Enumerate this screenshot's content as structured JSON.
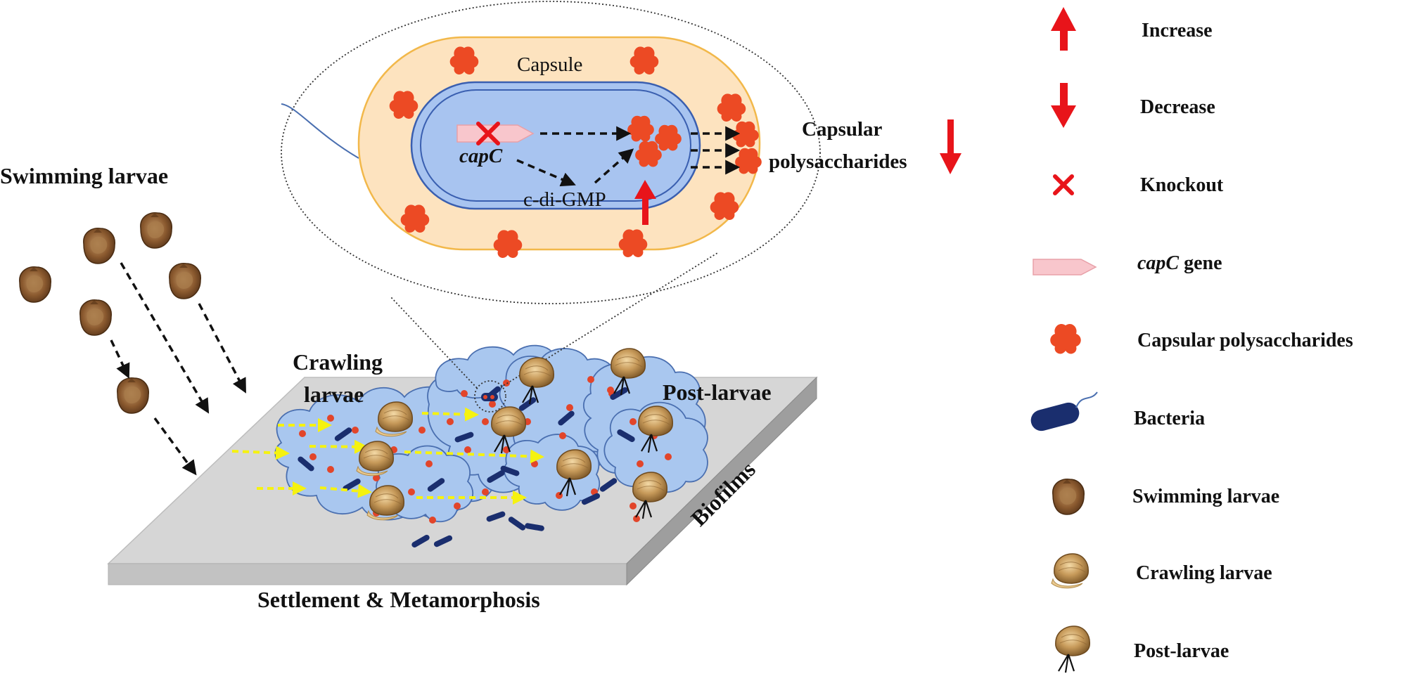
{
  "diagram": {
    "swimming_label": "Swimming larvae",
    "crawling_label_line1": "Crawling",
    "crawling_label_line2": "larvae",
    "post_label": "Post-larvae",
    "biofilms_label": "Biofilms",
    "settlement_label": "Settlement & Metamorphosis",
    "cell": {
      "capsule_label": "Capsule",
      "gene_label": "capC",
      "cdigmp_label": "c-di-GMP",
      "cps_label_line1": "Capsular",
      "cps_label_line2": "polysaccharides"
    }
  },
  "legend": {
    "items": [
      {
        "icon": "up-arrow-icon",
        "label": "Increase"
      },
      {
        "icon": "down-arrow-icon",
        "label": "Decrease"
      },
      {
        "icon": "cross-icon",
        "label": "Knockout"
      },
      {
        "icon": "gene-icon",
        "label_italic": "capC",
        "label": " gene"
      },
      {
        "icon": "polysaccharide-icon",
        "label": "Capsular polysaccharides"
      },
      {
        "icon": "bacteria-icon",
        "label": "Bacteria"
      },
      {
        "icon": "swimming-larva-icon",
        "label": "Swimming larvae"
      },
      {
        "icon": "crawling-larva-icon",
        "label": "Crawling larvae"
      },
      {
        "icon": "post-larva-icon",
        "label": "Post-larvae"
      }
    ]
  },
  "colors": {
    "red": "#e8141a",
    "polysaccharide": "#ec4a24",
    "capsule_fill": "#fde3bf",
    "capsule_stroke": "#f2b84a",
    "cell_fill": "#a8c4f0",
    "biofilm_fill": "#a9c7ef",
    "bacteria": "#1a2e6e",
    "gene": "#f8c6cc",
    "platform_top": "#d6d6d6",
    "yellow_arrow": "#f5f210"
  }
}
